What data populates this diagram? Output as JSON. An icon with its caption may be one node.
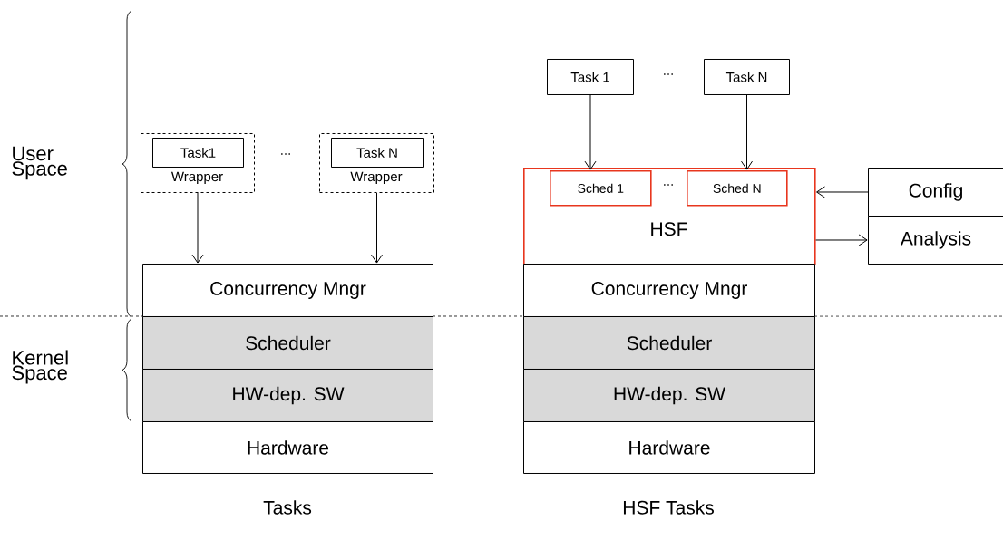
{
  "diagram": {
    "nodes": [
      {
        "text": [
          "Wrapper"
        ]
      },
      {
        "text": [
          "Task1"
        ],
        "in": 0
      },
      {
        "text": [
          "Wrapper"
        ]
      },
      {
        "text": [
          "Task N"
        ],
        "in": 2
      },
      {
        "text": [
          "Concurrency Mngr"
        ]
      },
      {
        "text": [
          "Scheduler"
        ]
      },
      {
        "text": [
          "HW-dep. SW"
        ]
      },
      {
        "text": [
          "Hardware"
        ]
      },
      {
        "text": [
          "Task 1"
        ]
      },
      {
        "text": [
          "Task N"
        ]
      },
      {
        "text": [
          "HSF"
        ]
      },
      {
        "text": [
          "Sched 1"
        ],
        "in": 10
      },
      {
        "text": [
          "Sched N"
        ],
        "in": 10
      },
      {
        "text": [
          "Concurrency Mngr"
        ]
      },
      {
        "text": [
          "Scheduler"
        ]
      },
      {
        "text": [
          "HW-dep. SW"
        ]
      },
      {
        "text": [
          "Hardware"
        ]
      },
      {
        "text": [
          "Config"
        ]
      },
      {
        "text": [
          "Analysis"
        ]
      }
    ],
    "edges": [
      {
        "from": 0,
        "to": 4,
        "arrow": "to"
      },
      {
        "from": 2,
        "to": 4,
        "arrow": "to"
      },
      {
        "from": 8,
        "to": 11,
        "arrow": "to"
      },
      {
        "from": 9,
        "to": 12,
        "arrow": "to"
      },
      {
        "from": 17,
        "to": 10,
        "arrow": "to"
      },
      {
        "from": 10,
        "to": 18,
        "arrow": "to"
      }
    ],
    "labels": [
      "User Space",
      "Kernel Space",
      "...",
      "...",
      "...",
      "Tasks",
      "HSF Tasks"
    ]
  }
}
